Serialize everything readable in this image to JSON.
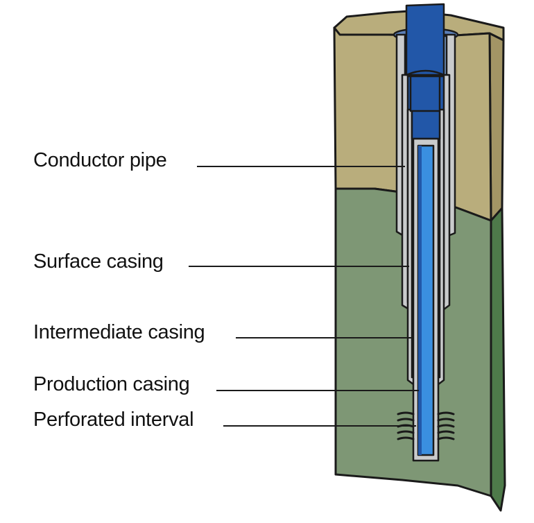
{
  "labels": {
    "conductor_pipe": "Conductor pipe",
    "surface_casing": "Surface casing",
    "intermediate_casing": "Intermediate casing",
    "production_casing": "Production casing",
    "perforated_interval": "Perforated interval"
  },
  "colors": {
    "topsoil": "#b9ad7c",
    "topsoil_side": "#a39565",
    "bedrock": "#7e9775",
    "bedrock_side": "#4e7a4a",
    "casing_steel": "#c9cbcc",
    "pipe_dark_blue": "#2257a8",
    "pipe_light_blue": "#3a8fe0",
    "outline": "#1a1a1a"
  }
}
